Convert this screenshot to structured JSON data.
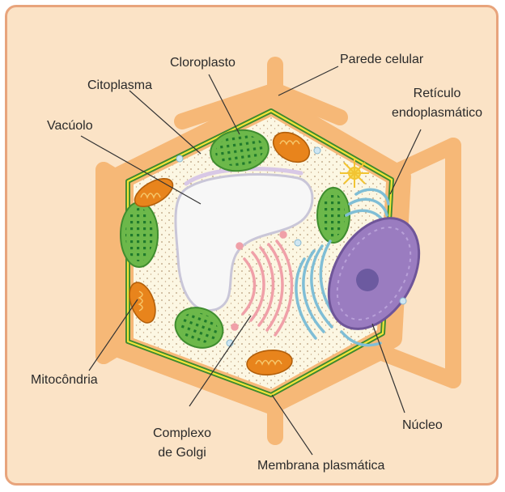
{
  "labels": {
    "cloroplasto": "Cloroplasto",
    "parede_celular": "Parede celular",
    "citoplasma": "Citoplasma",
    "reticulo_line1": "Retículo",
    "reticulo_line2": "endoplasmático",
    "vacuolo": "Vacúolo",
    "mitocondria": "Mitocôndria",
    "golgi_line1": "Complexo",
    "golgi_line2": "de Golgi",
    "nucleo": "Núcleo",
    "membrana": "Membrana plasmática"
  },
  "colors": {
    "background": "#fbe3c6",
    "cell_wall": "#f6b877",
    "membrane_green": "#3d8a2e",
    "membrane_yellow": "#f2e33a",
    "cytoplasm": "#fcf7e3",
    "chloroplast": "#6cb84a",
    "mitochondria": "#e8841c",
    "nucleus": "#9a7cc0",
    "nucleolus": "#6c5aa0",
    "er": "#7fbed6",
    "golgi": "#f0a0a8",
    "vacuole": "#f7f7f7"
  }
}
